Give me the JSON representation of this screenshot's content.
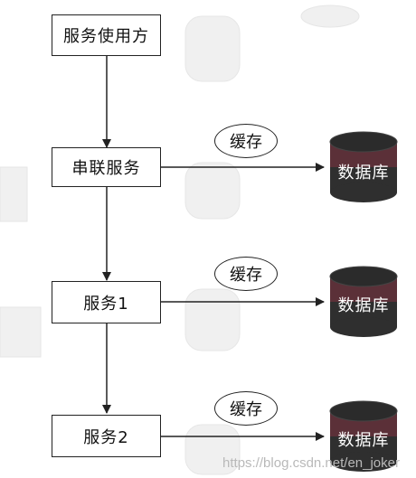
{
  "nodes": {
    "consumer": "服务使用方",
    "serial": "串联服务",
    "service1": "服务1",
    "service2": "服务2"
  },
  "caches": [
    "缓存",
    "缓存",
    "缓存"
  ],
  "databases": [
    "数据库",
    "数据库",
    "数据库"
  ],
  "watermark": "https://blog.csdn.net/en_joker",
  "colors": {
    "db_top": "#2b2b2b",
    "db_upper": "#5b3038",
    "db_lower": "#2f2f2f",
    "line": "#222222"
  }
}
